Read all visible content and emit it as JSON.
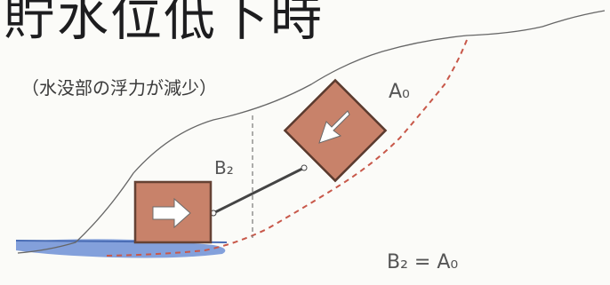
{
  "title": "貯水位低下時",
  "subtitle": "（水没部の浮力が減少）",
  "labels": {
    "a0": "A₀",
    "b2": "B₂",
    "equation": "B₂ = A₀"
  },
  "colors": {
    "block_fill": "#c8826a",
    "block_stroke": "#5a3a2e",
    "water": "#6d8fd6",
    "slip_surface": "#c8584a",
    "outline": "#555555"
  }
}
